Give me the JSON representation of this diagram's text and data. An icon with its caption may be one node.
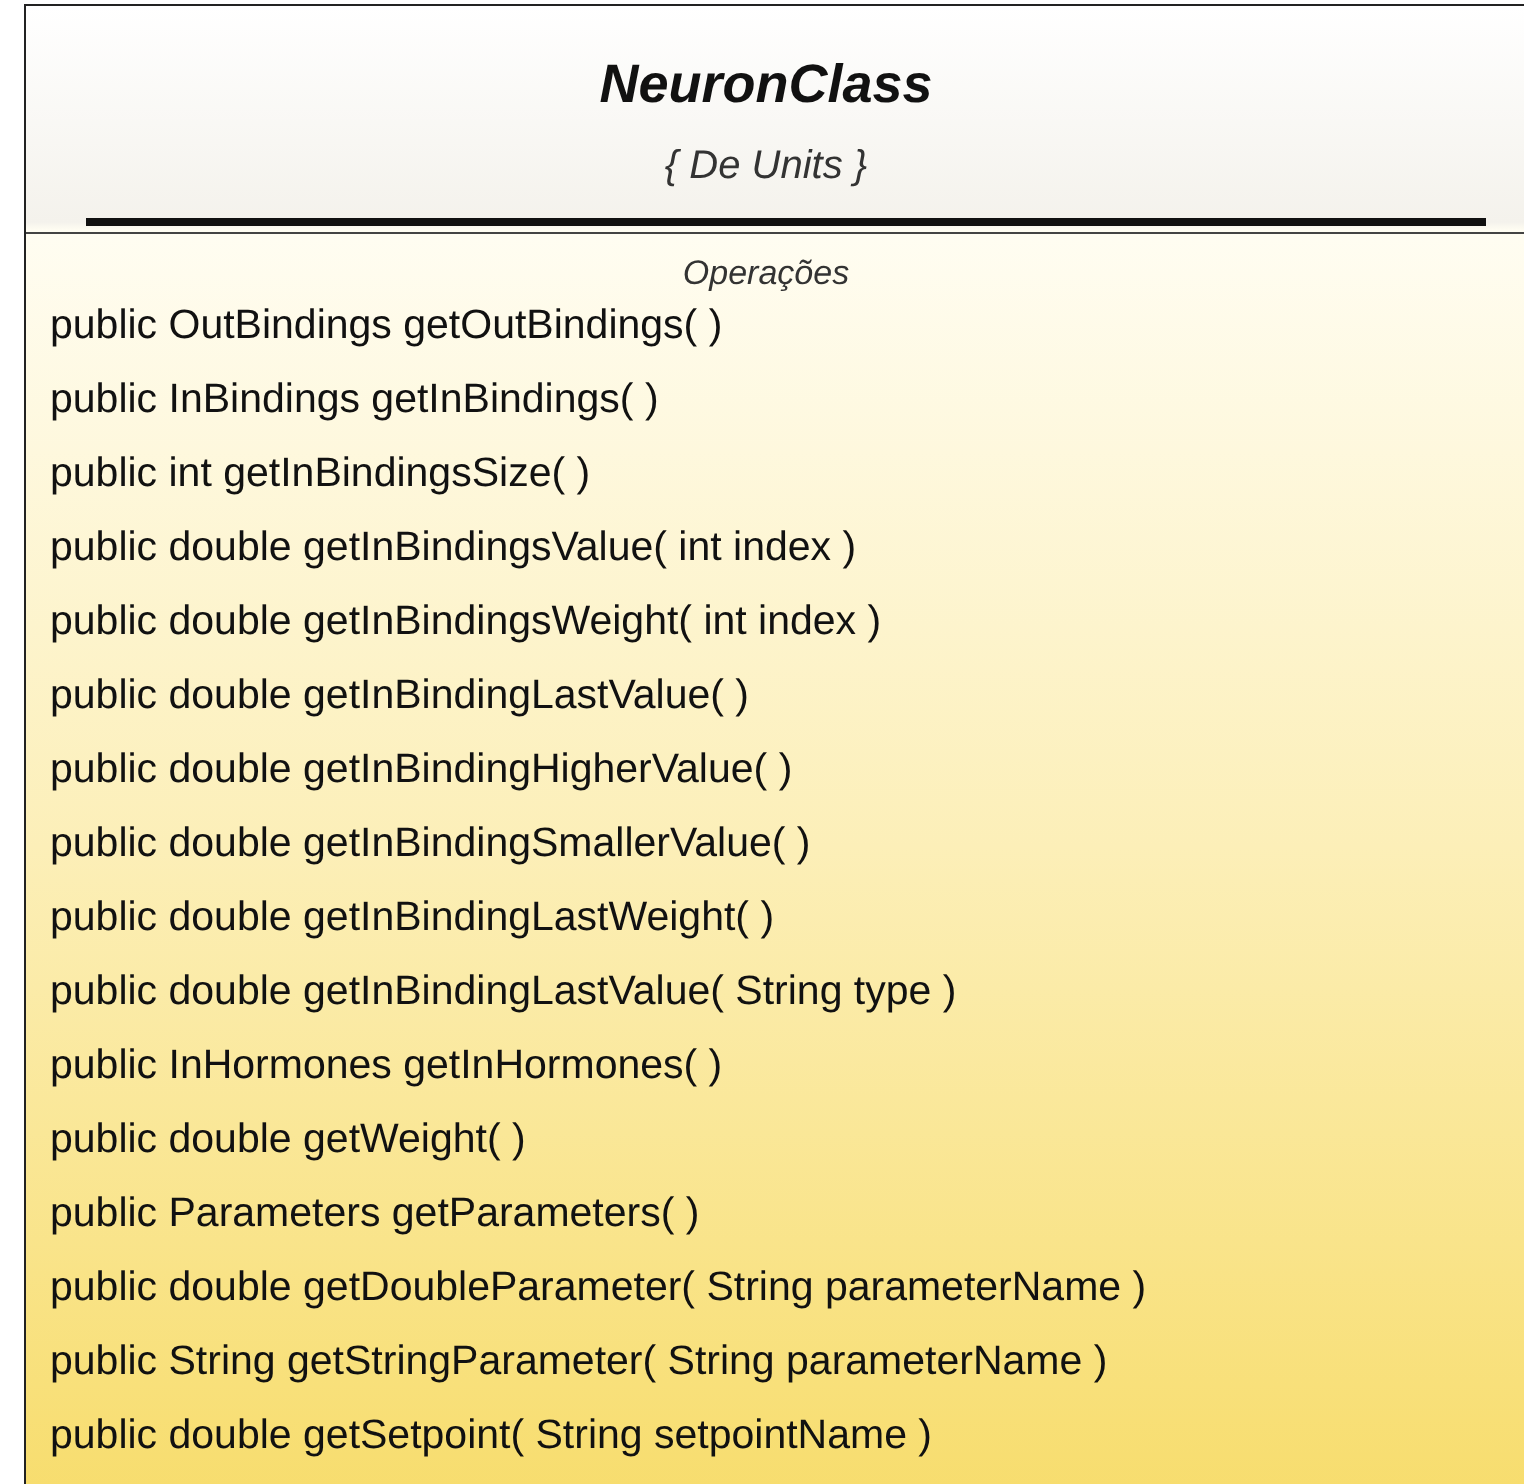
{
  "diagram": {
    "nodes": [
      {
        "text": [
          "NeuronClass",
          "{ De Units }",
          "Operações",
          "public OutBindings getOutBindings( )",
          "public InBindings getInBindings( )",
          "public int getInBindingsSize( )",
          "public double getInBindingsValue( int index )",
          "public double getInBindingsWeight( int index )",
          "public double getInBindingLastValue( )",
          "public double getInBindingHigherValue( )",
          "public double getInBindingSmallerValue( )",
          "public double getInBindingLastWeight( )",
          "public double getInBindingLastValue( String type )",
          "public InHormones getInHormones( )",
          "public double getWeight( )",
          "public Parameters getParameters( )",
          "public double getDoubleParameter( String parameterName )",
          "public String getStringParameter( String parameterName )",
          "public double getSetpoint( String setpointName )"
        ]
      }
    ]
  }
}
